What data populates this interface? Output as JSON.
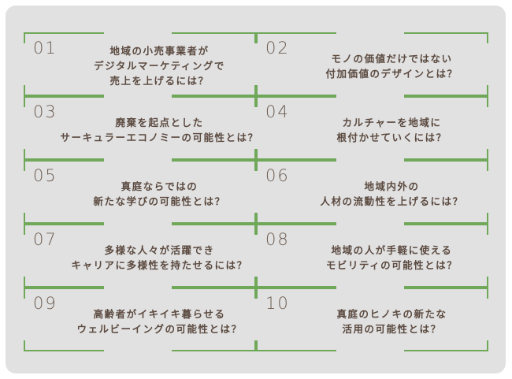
{
  "colors": {
    "line": "#70a85a",
    "text": "#5b4a40",
    "panel": "#e1e1e1"
  },
  "items": [
    {
      "num": "01",
      "lines": [
        "地域の小売事業者が",
        "デジタルマーケティングで",
        "売上を上げるには？"
      ]
    },
    {
      "num": "02",
      "lines": [
        "モノの価値だけではない",
        "付加価値のデザインとは？"
      ]
    },
    {
      "num": "03",
      "lines": [
        "廃棄を起点とした",
        "サーキュラーエコノミーの可能性とは？"
      ]
    },
    {
      "num": "04",
      "lines": [
        "カルチャーを地域に",
        "根付かせていくには？"
      ]
    },
    {
      "num": "05",
      "lines": [
        "真庭ならではの",
        "新たな学びの可能性とは？"
      ]
    },
    {
      "num": "06",
      "lines": [
        "地域内外の",
        "人材の流動性を上げるには？"
      ]
    },
    {
      "num": "07",
      "lines": [
        "多様な人々が活躍でき",
        "キャリアに多様性を持たせるには？"
      ]
    },
    {
      "num": "08",
      "lines": [
        "地域の人が手軽に使える",
        "モビリティの可能性とは？"
      ]
    },
    {
      "num": "09",
      "lines": [
        "高齢者がイキイキ暮らせる",
        "ウェルビーイングの可能性とは？"
      ]
    },
    {
      "num": "10",
      "lines": [
        "真庭のヒノキの新たな",
        "活用の可能性とは？"
      ]
    }
  ]
}
